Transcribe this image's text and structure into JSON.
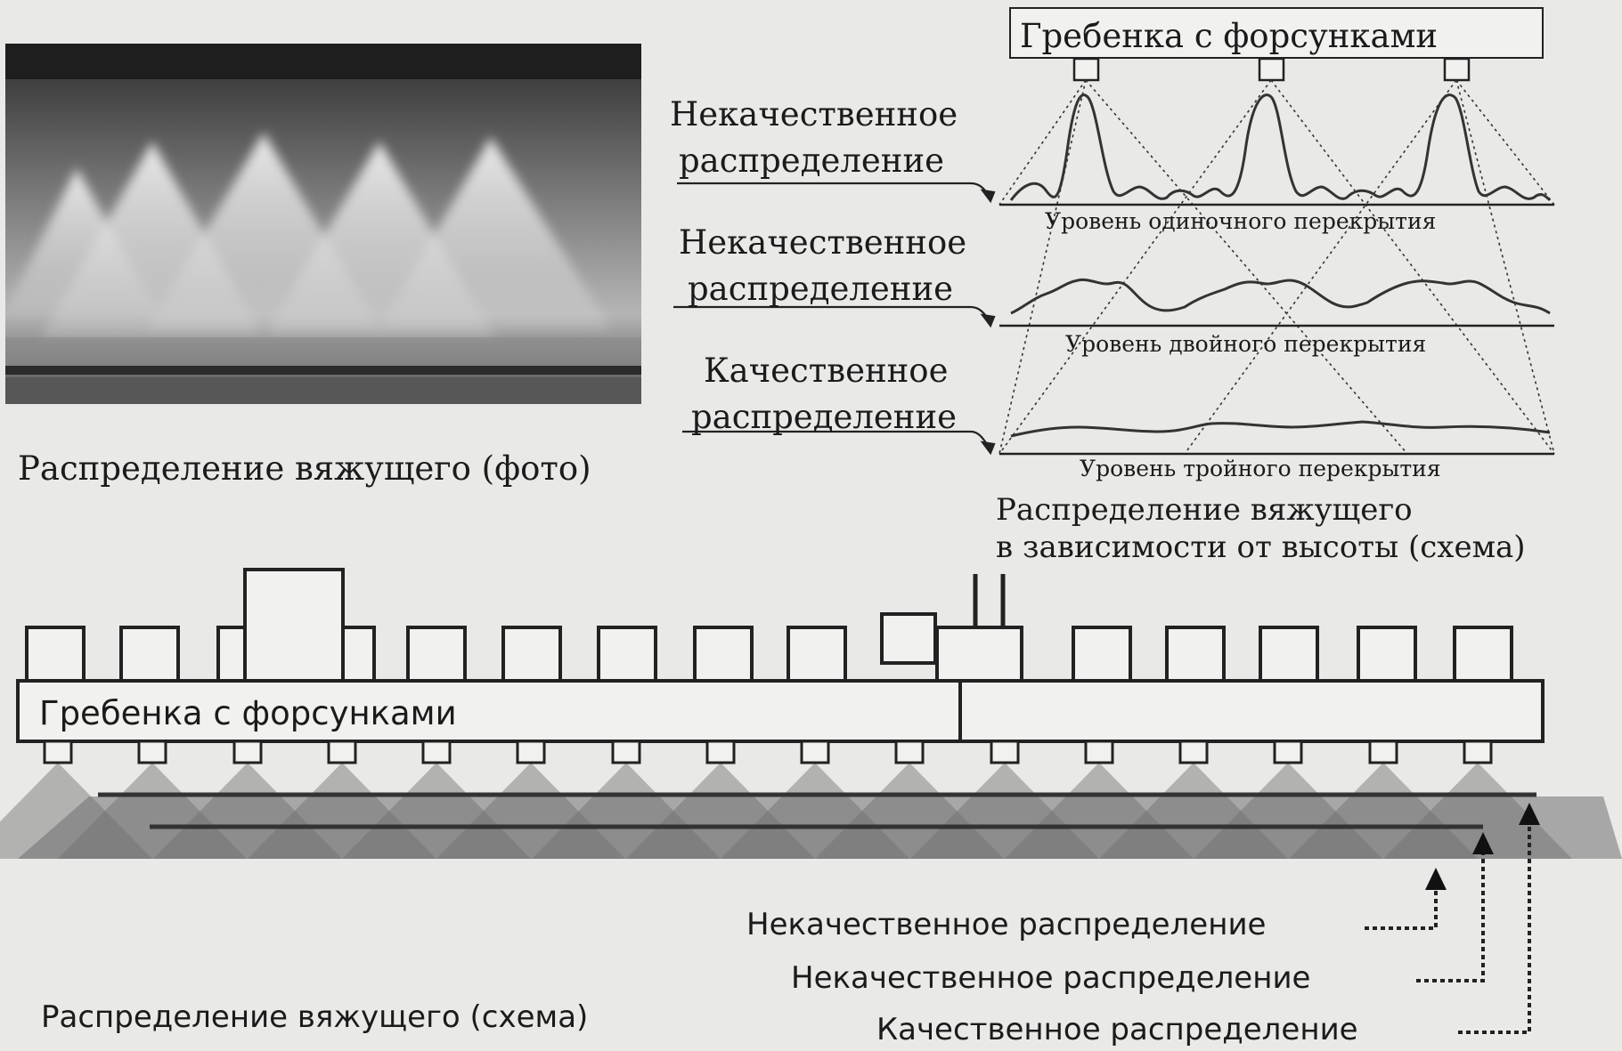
{
  "photo": {
    "caption": "Распределение вяжущего (фото)"
  },
  "height_scheme": {
    "header": "Гребенка с форсунками",
    "rows": [
      {
        "label_line1": "Некачественное",
        "label_line2": "распределение",
        "level": "Уровень одиночного перекрытия"
      },
      {
        "label_line1": "Некачественное",
        "label_line2": "распределение",
        "level": "Уровень двойного перекрытия"
      },
      {
        "label_line1": "Качественное",
        "label_line2": "распределение",
        "level": "Уровень тройного перекрытия"
      }
    ],
    "caption_line1": "Распределение вяжущего",
    "caption_line2": "в зависимости от высоты (схема)"
  },
  "bar_scheme": {
    "bar_label": "Гребенка с форсунками",
    "caption": "Распределение вяжущего (схема)",
    "legend": [
      {
        "label": "Некачественное распределение"
      },
      {
        "label": "Некачественное распределение"
      },
      {
        "label": "Качественное распределение"
      }
    ]
  }
}
